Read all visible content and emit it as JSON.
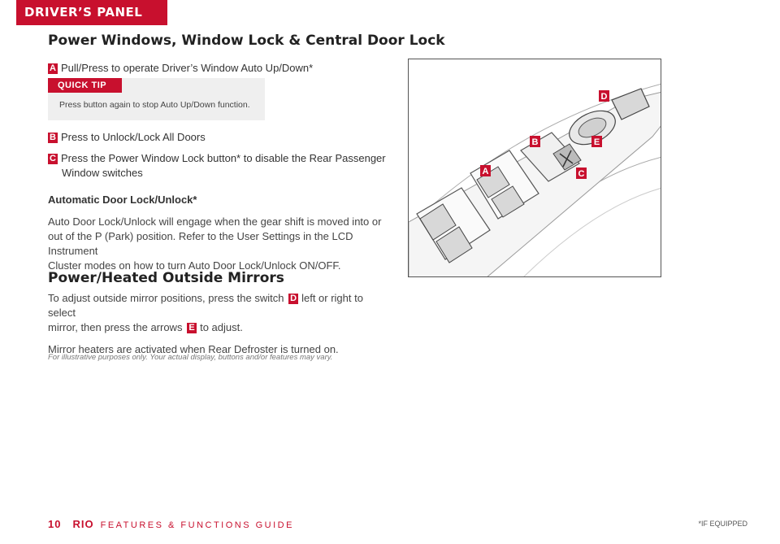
{
  "section_tab": "DRIVER’S PANEL",
  "title": "Power Windows, Window Lock & Central Door Lock",
  "items": [
    {
      "badge": "A",
      "text": "Pull/Press to operate Driver’s Window Auto Up/Down*"
    },
    {
      "badge": "B",
      "text": "Press to Unlock/Lock All Doors"
    },
    {
      "badge": "C",
      "text": "Press the Power Window Lock button* to disable the Rear Passenger",
      "text2": "Window switches"
    }
  ],
  "quick_tip": {
    "label": "QUICK TIP",
    "text": "Press button again to stop Auto Up/Down function."
  },
  "auto_lock": {
    "heading": "Automatic Door Lock/Unlock*",
    "line1": "Auto Door Lock/Unlock will engage when the gear shift is moved into or",
    "line2": "out of the P (Park) position. Refer to the User Settings in the LCD Instrument",
    "line3": "Cluster modes on how to turn Auto Door Lock/Unlock ON/OFF."
  },
  "mirrors": {
    "heading": "Power/Heated Outside Mirrors",
    "line1_a": "To adjust outside mirror positions, press the switch",
    "badge_d": "D",
    "line1_b": "left or right to select",
    "line2_a": "mirror, then press the arrows",
    "badge_e": "E",
    "line2_b": "to adjust.",
    "line3": "Mirror heaters are activated when Rear Defroster is turned on."
  },
  "disclaimer": "For illustrative purposes only. Your actual display, buttons and/or features may vary.",
  "figure_labels": {
    "a": "A",
    "b": "B",
    "c": "C",
    "d": "D",
    "e": "E"
  },
  "footer": {
    "page": "10",
    "model": "RIO",
    "guide": "FEATURES & FUNCTIONS GUIDE",
    "if_equipped": "*IF EQUIPPED"
  },
  "colors": {
    "accent": "#c8102e"
  }
}
